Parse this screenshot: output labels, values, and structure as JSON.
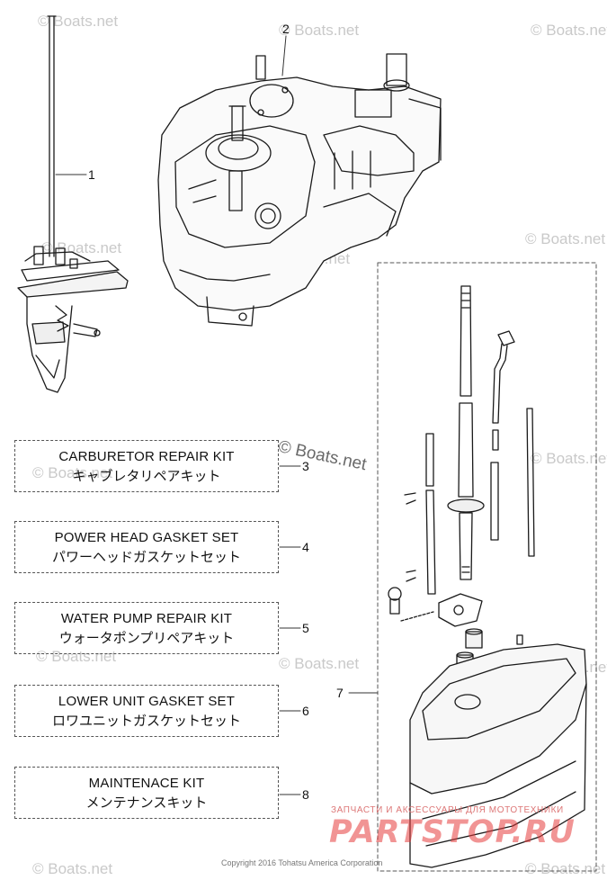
{
  "callouts": {
    "c1": "1",
    "c2": "2",
    "c3": "3",
    "c4": "4",
    "c5": "5",
    "c6": "6",
    "c7": "7",
    "c8": "8"
  },
  "kits": [
    {
      "en": "CARBURETOR REPAIR KIT",
      "ja": "キャブレタリペアキット"
    },
    {
      "en": "POWER HEAD GASKET SET",
      "ja": "パワーヘッドガスケットセット"
    },
    {
      "en": "WATER PUMP REPAIR KIT",
      "ja": "ウォータポンプリペアキット"
    },
    {
      "en": "LOWER UNIT GASKET SET",
      "ja": "ロワユニットガスケットセット"
    },
    {
      "en": "MAINTENACE KIT",
      "ja": "メンテナンスキット"
    }
  ],
  "watermark": "© Boats.net",
  "copyright": "Copyright 2016 Tohatsu America Corporation",
  "shop": {
    "ru_text": "ЗАПЧАСТИ И АКСЕССУАРЫ ДЛЯ МОТОТЕХНИКИ",
    "logo": "PARTSTOP.RU"
  }
}
